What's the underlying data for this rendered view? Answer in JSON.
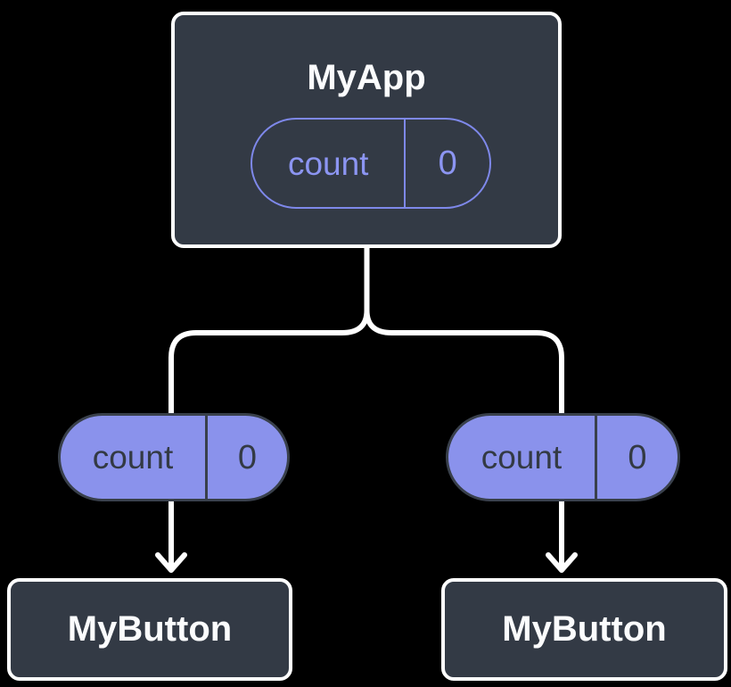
{
  "diagram": {
    "description": "Component tree showing state lifted to parent and passed down as props",
    "background_color": "#000000",
    "node_fill_color": "#333a45",
    "node_border_color": "#ffffff",
    "connector_color": "#ffffff",
    "purple_outline_color": "#7e88ea",
    "purple_fill_color": "#8a92ec",
    "root": {
      "title": "MyApp",
      "state_pill": {
        "label": "count",
        "value": "0"
      }
    },
    "children": [
      {
        "prop_pill": {
          "label": "count",
          "value": "0"
        },
        "title": "MyButton"
      },
      {
        "prop_pill": {
          "label": "count",
          "value": "0"
        },
        "title": "MyButton"
      }
    ]
  }
}
